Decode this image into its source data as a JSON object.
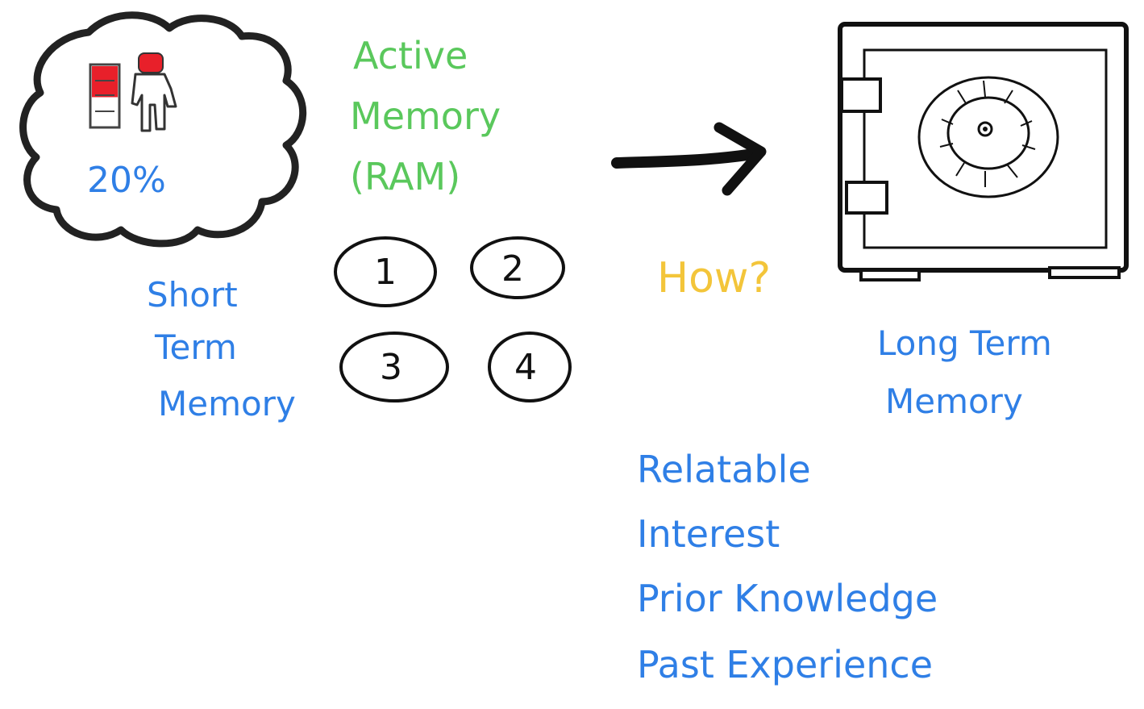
{
  "colors": {
    "blue": "#2f7fe6",
    "green": "#5ac85c",
    "yellow": "#f3c53a",
    "black": "#111111",
    "red": "#e8202a",
    "gray": "#666666"
  },
  "short_term": {
    "percent": "20%",
    "label_line1": "Short",
    "label_line2": "Term",
    "label_line3": "Memory",
    "battery_level": 0.2,
    "icons": [
      "battery-icon",
      "person-icon"
    ]
  },
  "active_memory": {
    "line1": "Active",
    "line2": "Memory",
    "line3": "(RAM)",
    "slots": [
      "1",
      "2",
      "3",
      "4"
    ]
  },
  "transfer": {
    "question": "How?",
    "icon": "arrow-right-icon"
  },
  "long_term": {
    "label_line1": "Long Term",
    "label_line2": "Memory",
    "icon": "safe-icon"
  },
  "methods": {
    "items": [
      "Relatable",
      "Interest",
      "Prior Knowledge",
      "Past Experience"
    ]
  }
}
